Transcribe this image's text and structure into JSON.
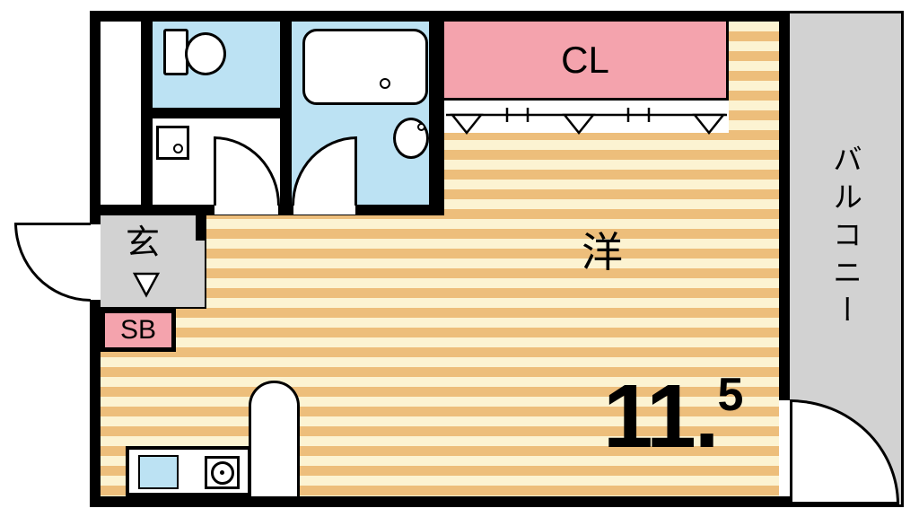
{
  "labels": {
    "closet": "CL",
    "room": "洋",
    "balcony": "バルコニー",
    "entrance": "玄",
    "shoe_box": "SB"
  },
  "room_size": {
    "integer": "11.",
    "decimal": "5"
  },
  "colors": {
    "wall": "#000000",
    "water": "#BCE2F3",
    "pink": "#F4A3AD",
    "gray": "#D2D2D2",
    "floor_light": "#FCF3D2",
    "floor_dark": "#EDBE7B"
  }
}
